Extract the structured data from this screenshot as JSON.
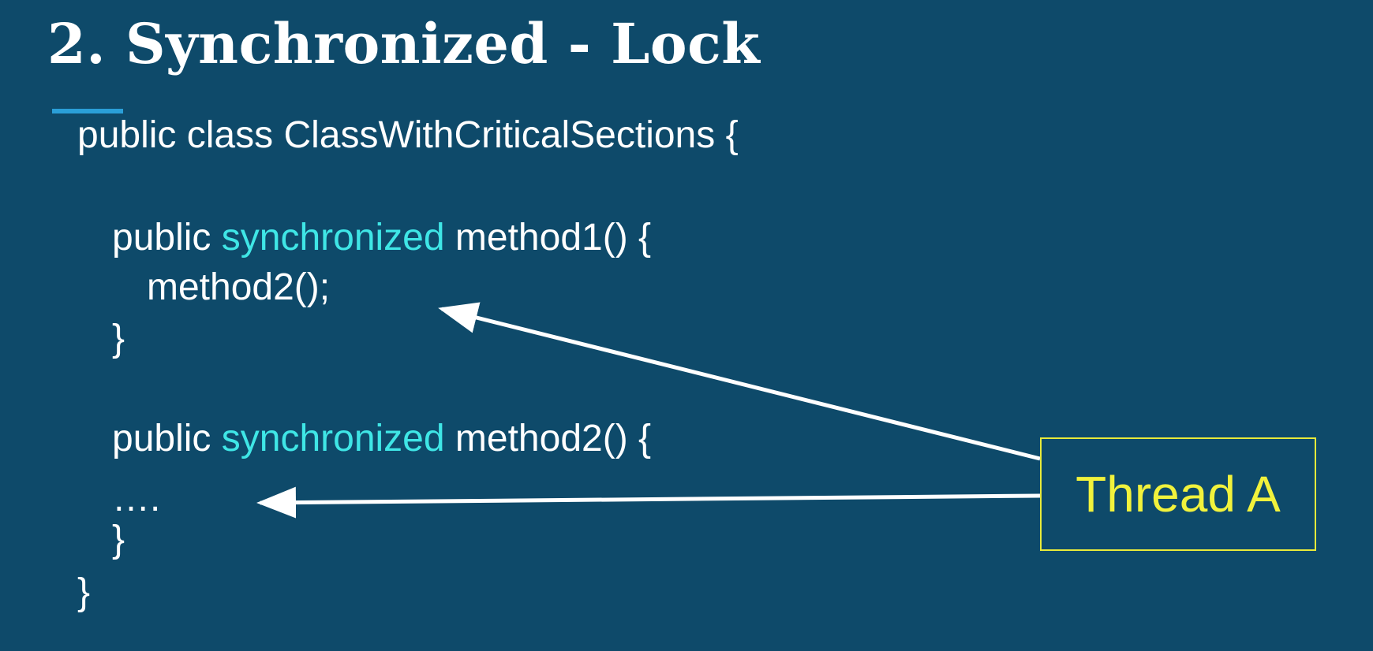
{
  "slide": {
    "title": "2. Synchronized - Lock",
    "code": {
      "class_decl": "public class ClassWithCriticalSections {",
      "method1_public": "public ",
      "method1_sync": "synchronized",
      "method1_rest": " method1() {",
      "method1_body": "method2();",
      "method1_close": "}",
      "method2_public": "public ",
      "method2_sync": "synchronized",
      "method2_rest": " method2() {",
      "method2_body": "….",
      "method2_close": "}",
      "class_close": "}"
    },
    "thread_label": "Thread A",
    "colors": {
      "background": "#0e4a6a",
      "keyword": "#3fe6e6",
      "thread_text": "#f1f23c",
      "thread_border": "#e8ea3a",
      "accent": "#2a9fd8"
    }
  }
}
